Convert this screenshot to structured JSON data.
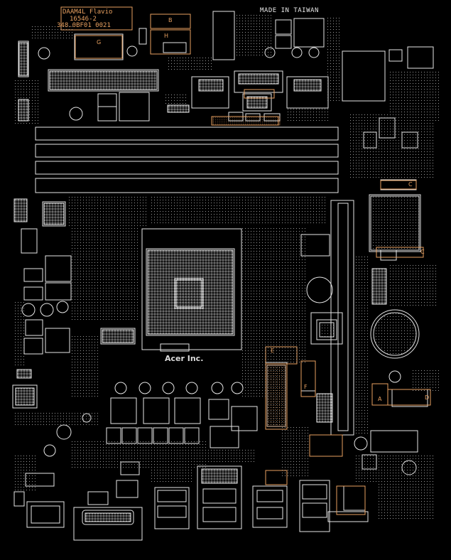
{
  "board": {
    "model_lines": [
      "DAAM4L Flavio",
      "16546-2",
      "348.0BF01 0021"
    ],
    "made_in": "MADE IN TAIWAN",
    "brand": "Acer Inc."
  },
  "labels": {
    "B": "B",
    "G": "G",
    "H": "H",
    "C": "C",
    "C2": "C",
    "A": "A",
    "D": "D",
    "E": "E",
    "F": "F"
  },
  "colors": {
    "outline": "#e6e6e6",
    "accent": "#e8a060",
    "background": "#000000"
  }
}
